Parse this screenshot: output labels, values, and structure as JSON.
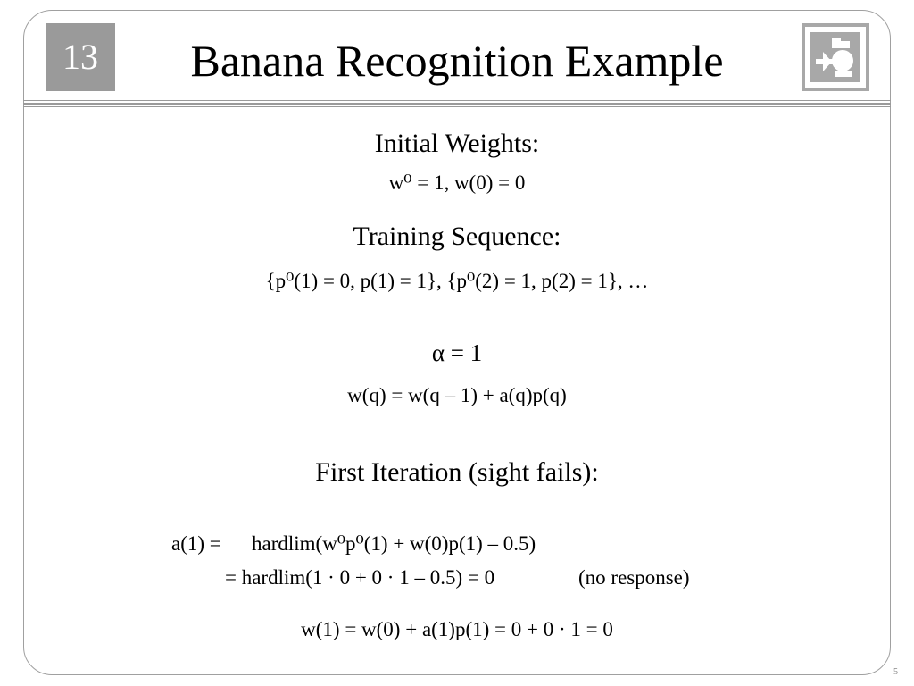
{
  "slide": {
    "chapter": "13",
    "title": "Banana Recognition Example",
    "page_number": "5"
  },
  "initial_weights": {
    "heading": "Initial Weights:",
    "equation": "w⁰ = 1, w(0) = 0"
  },
  "training_sequence": {
    "heading": "Training Sequence:",
    "equation": "{p⁰(1) = 0, p(1) = 1}, {p⁰(2) = 1, p(2) = 1}, …"
  },
  "learning_rate": "α = 1",
  "update_rule": "w(q) = w(q – 1) + a(q)p(q)",
  "first_iteration": {
    "heading": "First Iteration (sight fails):",
    "a1_lhs": "a(1) =",
    "a1_rhs": "hardlim(w⁰p⁰(1) + w(0)p(1) – 0.5)",
    "a1_line2": "= hardlim(1 · 0 + 0 · 1 – 0.5) = 0",
    "a1_note": "(no response)",
    "w1": "w(1) = w(0) + a(1)p(1) = 0 + 0 · 1 = 0"
  }
}
